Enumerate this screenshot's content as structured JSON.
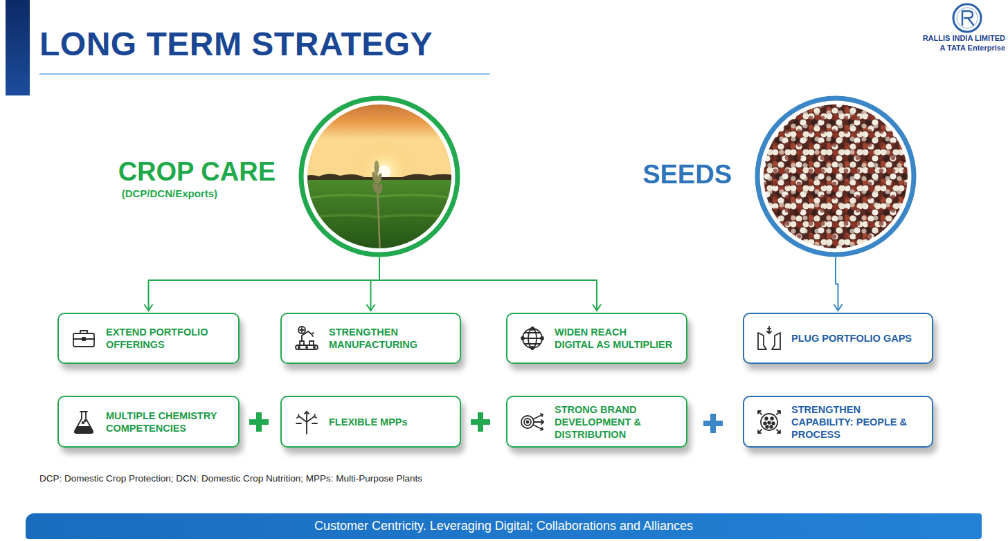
{
  "diagram": {
    "title": "LONG TERM STRATEGY",
    "nodes": [
      {
        "text": [
          "CROP CARE",
          "(DCP/DCN/Exports)"
        ]
      },
      {
        "text": [
          "SEEDS"
        ]
      },
      {
        "text": [
          "EXTEND PORTFOLIO OFFERINGS"
        ]
      },
      {
        "text": [
          "STRENGTHEN MANUFACTURING"
        ]
      },
      {
        "text": [
          "WIDEN REACH",
          "DIGITAL AS MULTIPLIER"
        ]
      },
      {
        "text": [
          "PLUG PORTFOLIO GAPS"
        ]
      },
      {
        "text": [
          "MULTIPLE CHEMISTRY COMPETENCIES"
        ]
      },
      {
        "text": [
          "FLEXIBLE MPPs"
        ]
      },
      {
        "text": [
          "STRONG BRAND DEVELOPMENT & DISTRIBUTION"
        ]
      },
      {
        "text": [
          "STRENGTHEN CAPABILITY: PEOPLE & PROCESS"
        ]
      },
      {
        "text": [
          "Customer Centricity. Leveraging Digital; Collaborations and Alliances"
        ]
      }
    ],
    "edges": [
      {
        "from": 0,
        "to": 2,
        "arrow": "to"
      },
      {
        "from": 0,
        "to": 3,
        "arrow": "to"
      },
      {
        "from": 0,
        "to": 4,
        "arrow": "to"
      },
      {
        "from": 1,
        "to": 5,
        "arrow": "to"
      }
    ],
    "labels": [
      "RALLIS INDIA LIMITED",
      "A TATA Enterprise",
      "DCP: Domestic Crop Protection; DCN: Domestic Crop Nutrition; MPPs: Multi-Purpose Plants"
    ]
  }
}
